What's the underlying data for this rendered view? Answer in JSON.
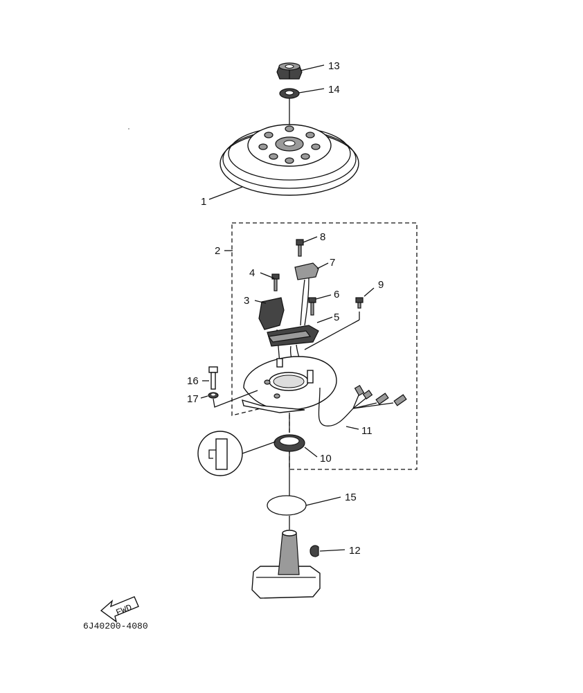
{
  "part_labels": {
    "p1": "1",
    "p2": "2",
    "p3": "3",
    "p4": "4",
    "p5": "5",
    "p6": "6",
    "p7": "7",
    "p8": "8",
    "p9": "9",
    "p10": "10",
    "p11": "11",
    "p12": "12",
    "p13": "13",
    "p14": "14",
    "p15": "15",
    "p16": "16",
    "p17": "17"
  },
  "fwd_label": "FWD",
  "diagram_code": "6J40200-4080"
}
